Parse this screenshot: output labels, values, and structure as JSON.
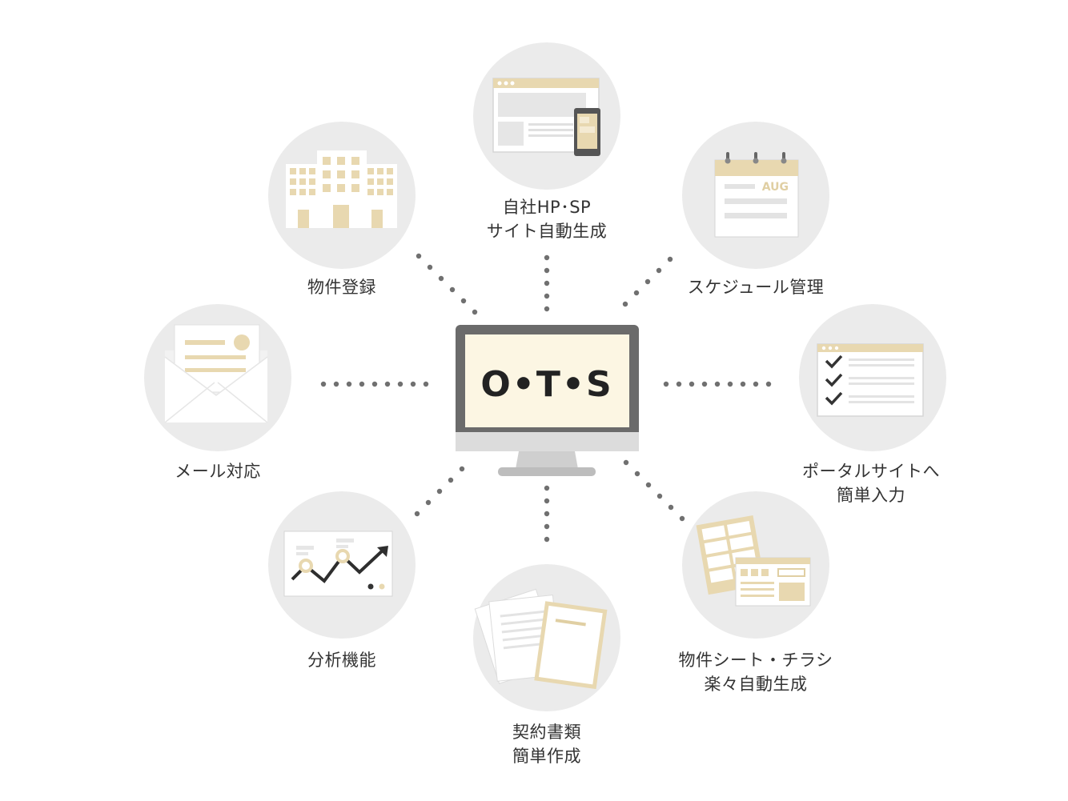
{
  "center": {
    "brand_text": "O•T•S"
  },
  "features": [
    {
      "name": "website",
      "lines": [
        "自社HP･SP",
        "サイト自動生成"
      ]
    },
    {
      "name": "schedule",
      "lines": [
        "スケジュール管理"
      ]
    },
    {
      "name": "portal",
      "lines": [
        "ポータルサイトへ",
        "簡単入力"
      ]
    },
    {
      "name": "flyer",
      "lines": [
        "物件シート・チラシ",
        "楽々自動生成"
      ]
    },
    {
      "name": "contract",
      "lines": [
        "契約書類",
        "簡単作成"
      ]
    },
    {
      "name": "analytics",
      "lines": [
        "分析機能"
      ]
    },
    {
      "name": "mail",
      "lines": [
        "メール対応"
      ]
    },
    {
      "name": "property",
      "lines": [
        "物件登録"
      ]
    }
  ],
  "calendar_month": "AUG",
  "colors": {
    "circle": "#ebebeb",
    "accent": "#e8d8b0",
    "accent_dark": "#d9c79d",
    "monitor_frame": "#6b6b6b",
    "screen": "#fcf6e3",
    "dots": "#707070",
    "text": "#333333"
  }
}
